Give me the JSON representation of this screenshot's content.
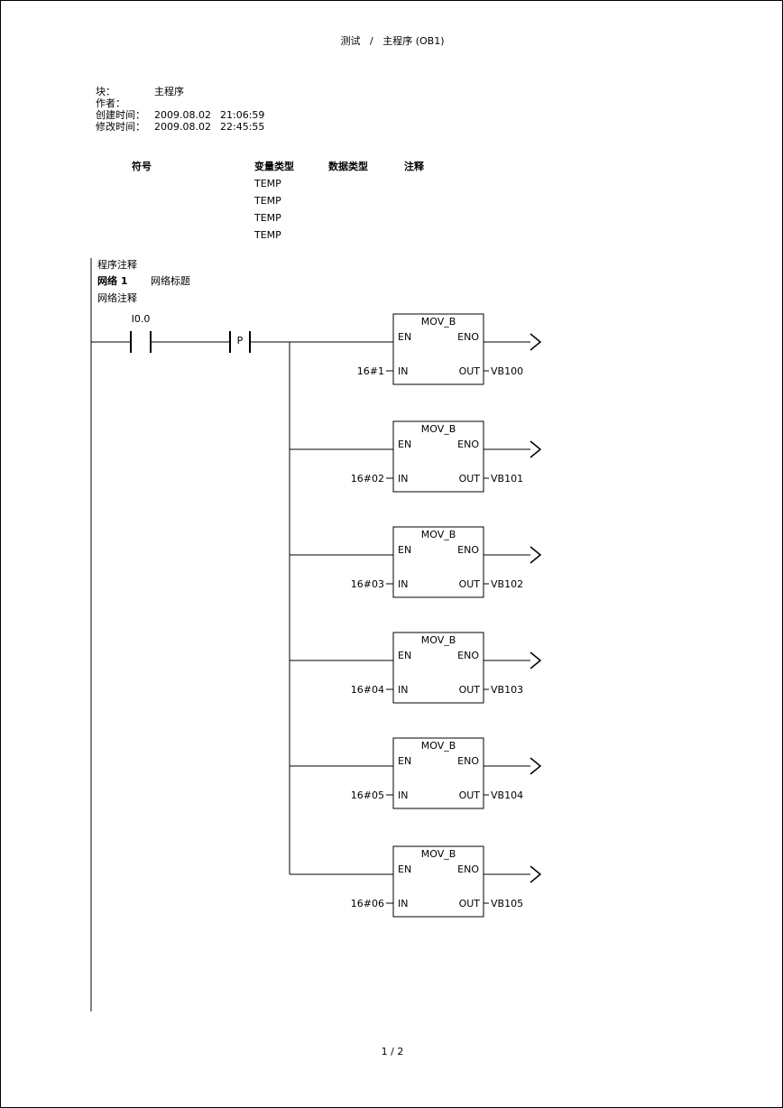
{
  "page": {
    "title": "测试   /   主程序 (OB1)",
    "footer": "1 / 2"
  },
  "header": {
    "block_label": "块：",
    "block_value": "主程序",
    "author_label": "作者：",
    "created_label": "创建时间：",
    "created_date": "2009.08.02",
    "created_time": "21:06:59",
    "modified_label": "修改时间：",
    "modified_date": "2009.08.02",
    "modified_time": "22:45:55"
  },
  "symbols": {
    "col_symbol": "符号",
    "col_var_type": "变量类型",
    "col_data_type": "数据类型",
    "col_comment": "注释",
    "rows": [
      "TEMP",
      "TEMP",
      "TEMP",
      "TEMP"
    ]
  },
  "network": {
    "program_comment": "程序注释",
    "label": "网络 1",
    "title": "网络标题",
    "comment": "网络注释"
  },
  "ladder": {
    "contact_label": "I0.0",
    "edge_letter": "P",
    "blocks": [
      {
        "title": "MOV_B",
        "en": "EN",
        "eno": "ENO",
        "in": "IN",
        "out": "OUT",
        "in_value": "16#1",
        "out_value": "VB100"
      },
      {
        "title": "MOV_B",
        "en": "EN",
        "eno": "ENO",
        "in": "IN",
        "out": "OUT",
        "in_value": "16#02",
        "out_value": "VB101"
      },
      {
        "title": "MOV_B",
        "en": "EN",
        "eno": "ENO",
        "in": "IN",
        "out": "OUT",
        "in_value": "16#03",
        "out_value": "VB102"
      },
      {
        "title": "MOV_B",
        "en": "EN",
        "eno": "ENO",
        "in": "IN",
        "out": "OUT",
        "in_value": "16#04",
        "out_value": "VB103"
      },
      {
        "title": "MOV_B",
        "en": "EN",
        "eno": "ENO",
        "in": "IN",
        "out": "OUT",
        "in_value": "16#05",
        "out_value": "VB104"
      },
      {
        "title": "MOV_B",
        "en": "EN",
        "eno": "ENO",
        "in": "IN",
        "out": "OUT",
        "in_value": "16#06",
        "out_value": "VB105"
      }
    ]
  }
}
